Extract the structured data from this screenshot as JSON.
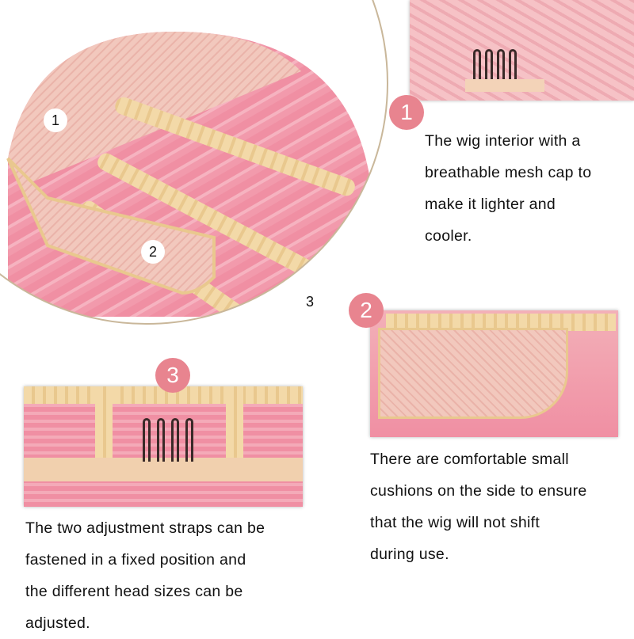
{
  "callouts": [
    {
      "number": "1",
      "lines": [
        "The wig interior with a",
        "breathable mesh cap to",
        "make it lighter and",
        "cooler."
      ]
    },
    {
      "number": "2",
      "lines": [
        "There are comfortable small",
        "cushions on the side to ensure",
        "that the wig will not shift",
        "during use."
      ]
    },
    {
      "number": "3",
      "lines": [
        "The two adjustment straps can be",
        "fastened in a fixed position and",
        "the different head sizes can be",
        "adjusted."
      ]
    }
  ],
  "cap_labels": [
    "1",
    "2",
    "3"
  ],
  "colors": {
    "badge": "#e8848f",
    "hair": "#f08fa3",
    "lace": "#f3d9a8"
  }
}
